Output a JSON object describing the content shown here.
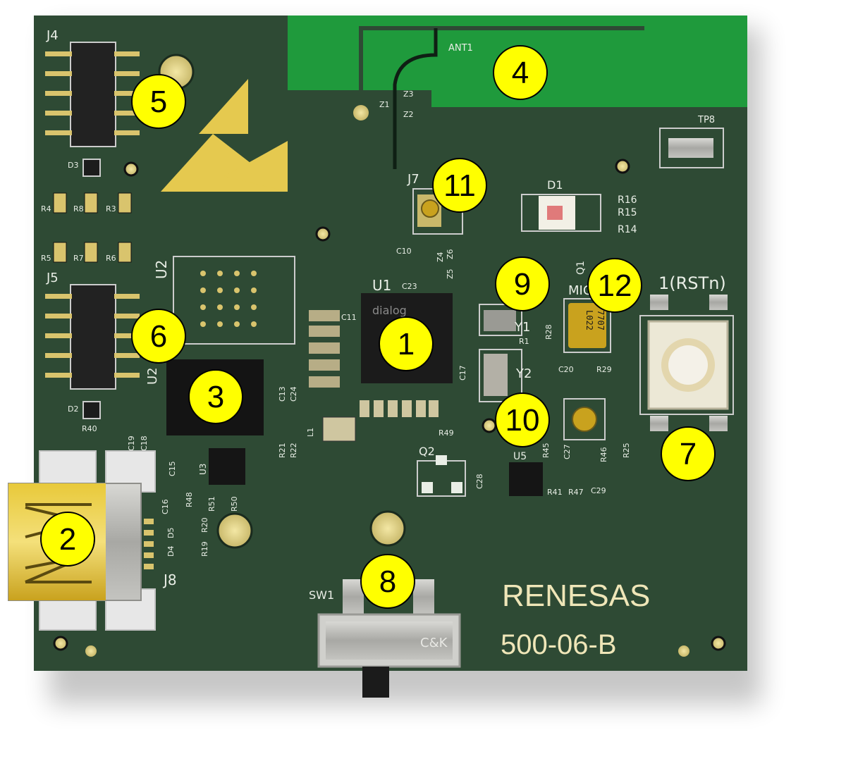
{
  "board": {
    "pcb_color": "#2e4a34",
    "antenna_copper_color": "#1f9a3c",
    "silk_color": "#e9eee6",
    "brand": "RENESAS",
    "part_number": "500-06-B"
  },
  "callout_style": {
    "fill": "#ffff00",
    "stroke": "#000000"
  },
  "callouts": [
    "1",
    "2",
    "3",
    "4",
    "5",
    "6",
    "7",
    "8",
    "9",
    "10",
    "11",
    "12"
  ],
  "labels": {
    "j4": "J4",
    "j5": "J5",
    "j7": "J7",
    "j8": "J8",
    "u1": "U1",
    "u2": "U2",
    "u2b": "U2",
    "u3": "U3",
    "u5": "U5",
    "ant1": "ANT1",
    "z1": "Z1",
    "z2": "Z2",
    "z3": "Z3",
    "z4": "Z4",
    "z5": "Z5",
    "z6": "Z6",
    "tp8": "TP8",
    "d1": "D1",
    "d2": "D2",
    "d3": "D3",
    "d4": "D4",
    "d5": "D5",
    "r3": "R3",
    "r4": "R4",
    "r5": "R5",
    "r6": "R6",
    "r7": "R7",
    "r8": "R8",
    "r14": "R14",
    "r15": "R15",
    "r16": "R16",
    "r19": "R19",
    "r20": "R20",
    "r21": "R21",
    "r22": "R22",
    "r25": "R25",
    "r28": "R28",
    "r29": "R29",
    "r40": "R40",
    "r41": "R41",
    "r45": "R45",
    "r46": "R46",
    "r47": "R47",
    "r48": "R48",
    "r49": "R49",
    "r50": "R50",
    "r51": "R51",
    "c10": "C10",
    "c11": "C11",
    "c13": "C13",
    "c15": "C15",
    "c16": "C16",
    "c17": "C17",
    "c18": "C18",
    "c19": "C19",
    "c20": "C20",
    "c23": "C23",
    "c24": "C24",
    "c27": "C27",
    "c28": "C28",
    "c29": "C29",
    "y1": "Y1",
    "y2": "Y2",
    "q1": "Q1",
    "q2": "Q2",
    "l1": "L1",
    "r1": "R1",
    "mic": "MIC",
    "sw1": "SW1",
    "rstn": "1(RSTn)",
    "chip_logo": "dialog",
    "mic_marking_1": "7707",
    "mic_marking_2": "L022",
    "slide_switch_brand": "C&K"
  }
}
